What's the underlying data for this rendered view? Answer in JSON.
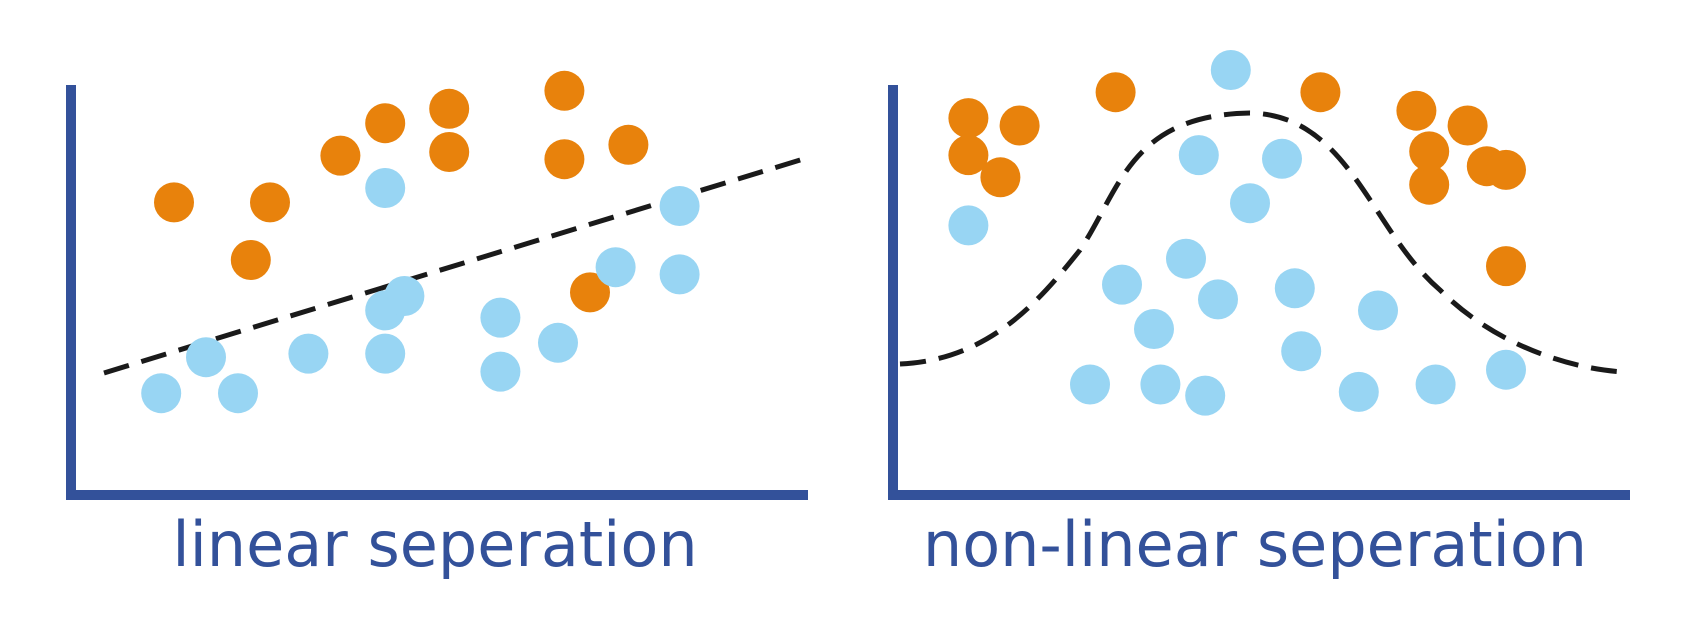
{
  "colors": {
    "axis": "#33519a",
    "class_a": "#e8820c",
    "class_b": "#98d5f3",
    "boundary": "#1a1a1a",
    "caption": "#33519a"
  },
  "panels": [
    {
      "caption": "linear seperation",
      "boundary": "straight-line",
      "class_a_points": [
        [
          0.1,
          0.66
        ],
        [
          0.25,
          0.66
        ],
        [
          0.22,
          0.5
        ],
        [
          0.36,
          0.79
        ],
        [
          0.43,
          0.88
        ],
        [
          0.53,
          0.8
        ],
        [
          0.53,
          0.92
        ],
        [
          0.71,
          0.97
        ],
        [
          0.71,
          0.78
        ],
        [
          0.81,
          0.82
        ],
        [
          0.75,
          0.41
        ]
      ],
      "class_b_points": [
        [
          0.08,
          0.13
        ],
        [
          0.15,
          0.23
        ],
        [
          0.2,
          0.13
        ],
        [
          0.31,
          0.24
        ],
        [
          0.43,
          0.36
        ],
        [
          0.43,
          0.24
        ],
        [
          0.46,
          0.4
        ],
        [
          0.61,
          0.34
        ],
        [
          0.61,
          0.19
        ],
        [
          0.7,
          0.27
        ],
        [
          0.79,
          0.48
        ],
        [
          0.89,
          0.46
        ],
        [
          0.89,
          0.65
        ],
        [
          0.43,
          0.7
        ]
      ]
    },
    {
      "caption": "non-linear seperation",
      "boundary": "bell-curve",
      "class_a_points": [
        [
          0.06,
          0.87
        ],
        [
          0.06,
          0.77
        ],
        [
          0.14,
          0.85
        ],
        [
          0.11,
          0.71
        ],
        [
          0.29,
          0.94
        ],
        [
          0.61,
          0.94
        ],
        [
          0.76,
          0.89
        ],
        [
          0.78,
          0.69
        ],
        [
          0.84,
          0.85
        ],
        [
          0.78,
          0.78
        ],
        [
          0.87,
          0.74
        ],
        [
          0.9,
          0.73
        ],
        [
          0.9,
          0.47
        ]
      ],
      "class_b_points": [
        [
          0.06,
          0.58
        ],
        [
          0.47,
          1.0
        ],
        [
          0.42,
          0.77
        ],
        [
          0.55,
          0.76
        ],
        [
          0.5,
          0.64
        ],
        [
          0.4,
          0.49
        ],
        [
          0.3,
          0.42
        ],
        [
          0.45,
          0.38
        ],
        [
          0.35,
          0.3
        ],
        [
          0.57,
          0.41
        ],
        [
          0.7,
          0.35
        ],
        [
          0.58,
          0.24
        ],
        [
          0.25,
          0.15
        ],
        [
          0.36,
          0.15
        ],
        [
          0.43,
          0.12
        ],
        [
          0.67,
          0.13
        ],
        [
          0.79,
          0.15
        ],
        [
          0.9,
          0.19
        ]
      ]
    }
  ]
}
